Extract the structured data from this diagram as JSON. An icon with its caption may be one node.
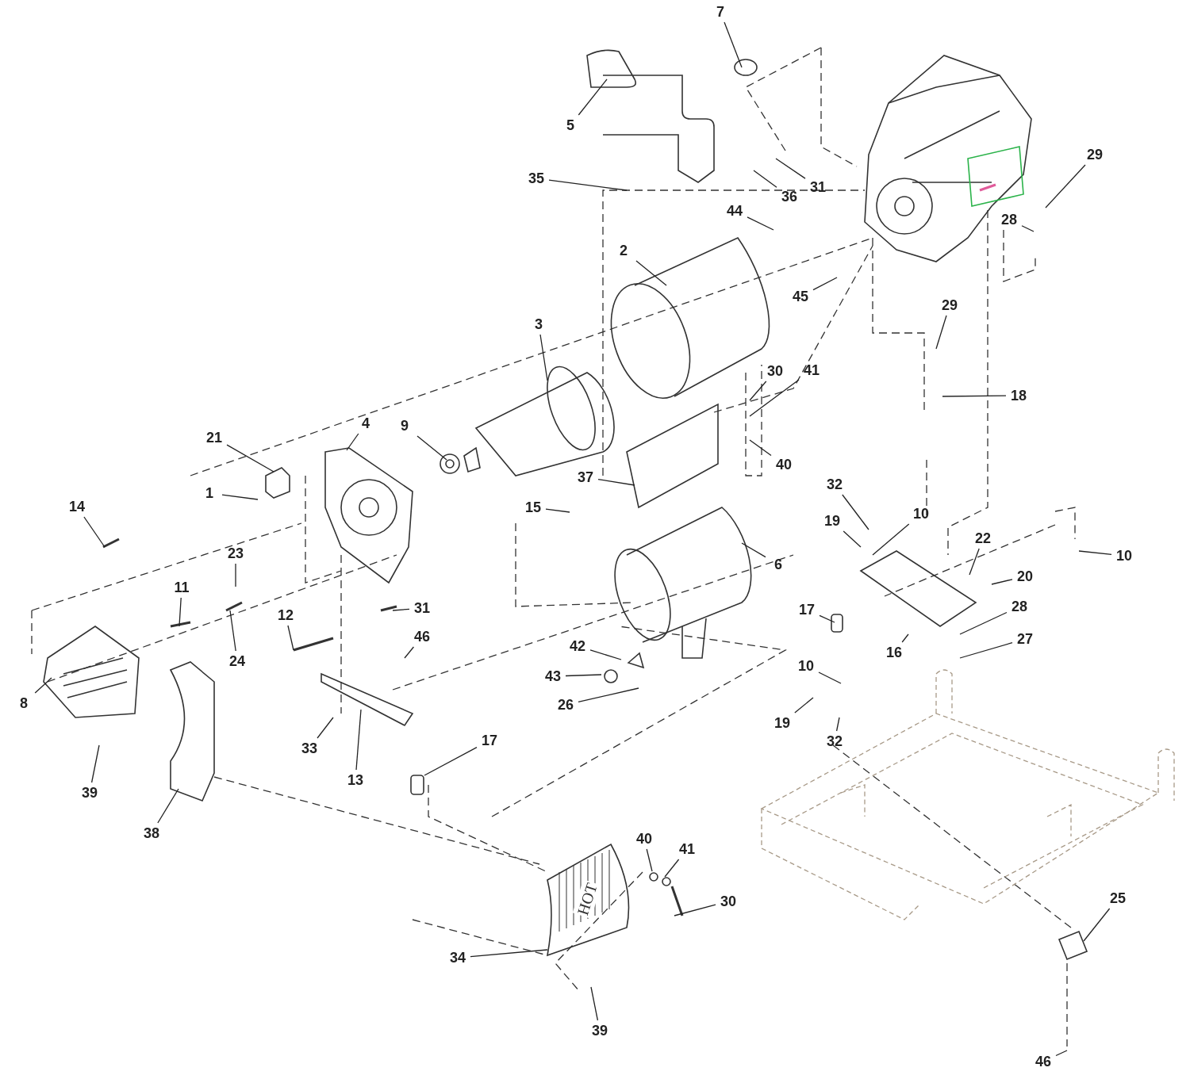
{
  "diagram": {
    "nodes": [
      {
        "text": [
          "7"
        ]
      },
      {
        "text": [
          "5"
        ]
      },
      {
        "text": [
          "35"
        ]
      },
      {
        "text": [
          "36"
        ]
      },
      {
        "text": [
          "31"
        ]
      },
      {
        "text": [
          "44"
        ]
      },
      {
        "text": [
          "29"
        ]
      },
      {
        "text": [
          "28"
        ]
      },
      {
        "text": [
          "2"
        ]
      },
      {
        "text": [
          "45"
        ]
      },
      {
        "text": [
          "3"
        ]
      },
      {
        "text": [
          "29"
        ]
      },
      {
        "text": [
          "30"
        ]
      },
      {
        "text": [
          "41"
        ]
      },
      {
        "text": [
          "18"
        ]
      },
      {
        "text": [
          "21"
        ]
      },
      {
        "text": [
          "4"
        ]
      },
      {
        "text": [
          "9"
        ]
      },
      {
        "text": [
          "40"
        ]
      },
      {
        "text": [
          "37"
        ]
      },
      {
        "text": [
          "1"
        ]
      },
      {
        "text": [
          "14"
        ]
      },
      {
        "text": [
          "15"
        ]
      },
      {
        "text": [
          "32"
        ]
      },
      {
        "text": [
          "10"
        ]
      },
      {
        "text": [
          "19"
        ]
      },
      {
        "text": [
          "22"
        ]
      },
      {
        "text": [
          "20"
        ]
      },
      {
        "text": [
          "10"
        ]
      },
      {
        "text": [
          "6"
        ]
      },
      {
        "text": [
          "23"
        ]
      },
      {
        "text": [
          "11"
        ]
      },
      {
        "text": [
          "31"
        ]
      },
      {
        "text": [
          "28"
        ]
      },
      {
        "text": [
          "27"
        ]
      },
      {
        "text": [
          "12"
        ]
      },
      {
        "text": [
          "46"
        ]
      },
      {
        "text": [
          "17"
        ]
      },
      {
        "text": [
          "16"
        ]
      },
      {
        "text": [
          "24"
        ]
      },
      {
        "text": [
          "42"
        ]
      },
      {
        "text": [
          "43"
        ]
      },
      {
        "text": [
          "26"
        ]
      },
      {
        "text": [
          "10"
        ]
      },
      {
        "text": [
          "8"
        ]
      },
      {
        "text": [
          "19"
        ]
      },
      {
        "text": [
          "32"
        ]
      },
      {
        "text": [
          "39"
        ]
      },
      {
        "text": [
          "33"
        ]
      },
      {
        "text": [
          "13"
        ]
      },
      {
        "text": [
          "17"
        ]
      },
      {
        "text": [
          "38"
        ]
      },
      {
        "text": [
          "40"
        ]
      },
      {
        "text": [
          "41"
        ]
      },
      {
        "text": [
          "30"
        ]
      },
      {
        "text": [
          "25"
        ]
      },
      {
        "text": [
          "34"
        ]
      },
      {
        "text": [
          "39"
        ]
      },
      {
        "text": [
          "46"
        ]
      },
      {
        "text": [
          "HOT"
        ]
      }
    ],
    "edges": [
      {
        "from": 0,
        "to": null,
        "arrow": "none"
      },
      {
        "from": 1,
        "to": null,
        "arrow": "none"
      },
      {
        "from": 2,
        "to": null,
        "arrow": "none"
      },
      {
        "from": 3,
        "to": null,
        "arrow": "none"
      },
      {
        "from": 4,
        "to": null,
        "arrow": "none"
      },
      {
        "from": 5,
        "to": null,
        "arrow": "none"
      },
      {
        "from": 6,
        "to": null,
        "arrow": "none"
      },
      {
        "from": 7,
        "to": null,
        "arrow": "none"
      },
      {
        "from": 8,
        "to": null,
        "arrow": "none"
      },
      {
        "from": 9,
        "to": null,
        "arrow": "none"
      },
      {
        "from": 10,
        "to": null,
        "arrow": "none"
      },
      {
        "from": 11,
        "to": null,
        "arrow": "none"
      },
      {
        "from": 12,
        "to": null,
        "arrow": "none"
      },
      {
        "from": 13,
        "to": null,
        "arrow": "none"
      },
      {
        "from": 14,
        "to": null,
        "arrow": "none"
      },
      {
        "from": 15,
        "to": null,
        "arrow": "none"
      },
      {
        "from": 16,
        "to": null,
        "arrow": "none"
      },
      {
        "from": 17,
        "to": null,
        "arrow": "none"
      },
      {
        "from": 18,
        "to": null,
        "arrow": "none"
      },
      {
        "from": 19,
        "to": null,
        "arrow": "none"
      },
      {
        "from": 20,
        "to": null,
        "arrow": "none"
      },
      {
        "from": 21,
        "to": null,
        "arrow": "none"
      },
      {
        "from": 22,
        "to": null,
        "arrow": "none"
      },
      {
        "from": 23,
        "to": null,
        "arrow": "none"
      },
      {
        "from": 24,
        "to": null,
        "arrow": "none"
      },
      {
        "from": 25,
        "to": null,
        "arrow": "none"
      },
      {
        "from": 26,
        "to": null,
        "arrow": "none"
      },
      {
        "from": 27,
        "to": null,
        "arrow": "none"
      },
      {
        "from": 28,
        "to": null,
        "arrow": "none"
      },
      {
        "from": 29,
        "to": null,
        "arrow": "none"
      },
      {
        "from": 30,
        "to": null,
        "arrow": "none"
      },
      {
        "from": 31,
        "to": null,
        "arrow": "none"
      },
      {
        "from": 32,
        "to": null,
        "arrow": "none"
      },
      {
        "from": 33,
        "to": null,
        "arrow": "none"
      },
      {
        "from": 34,
        "to": null,
        "arrow": "none"
      },
      {
        "from": 35,
        "to": null,
        "arrow": "none"
      },
      {
        "from": 36,
        "to": null,
        "arrow": "none"
      },
      {
        "from": 37,
        "to": null,
        "arrow": "none"
      },
      {
        "from": 38,
        "to": null,
        "arrow": "none"
      },
      {
        "from": 39,
        "to": null,
        "arrow": "none"
      },
      {
        "from": 40,
        "to": null,
        "arrow": "none"
      },
      {
        "from": 41,
        "to": null,
        "arrow": "none"
      },
      {
        "from": 42,
        "to": null,
        "arrow": "none"
      },
      {
        "from": 43,
        "to": null,
        "arrow": "none"
      },
      {
        "from": 44,
        "to": null,
        "arrow": "none"
      },
      {
        "from": 45,
        "to": null,
        "arrow": "none"
      },
      {
        "from": 46,
        "to": null,
        "arrow": "none"
      },
      {
        "from": 47,
        "to": null,
        "arrow": "none"
      },
      {
        "from": 48,
        "to": null,
        "arrow": "none"
      },
      {
        "from": 49,
        "to": null,
        "arrow": "none"
      },
      {
        "from": 50,
        "to": null,
        "arrow": "none"
      },
      {
        "from": 51,
        "to": null,
        "arrow": "none"
      },
      {
        "from": 52,
        "to": null,
        "arrow": "none"
      },
      {
        "from": 53,
        "to": null,
        "arrow": "none"
      },
      {
        "from": 54,
        "to": null,
        "arrow": "none"
      },
      {
        "from": 55,
        "to": null,
        "arrow": "none"
      },
      {
        "from": 56,
        "to": 59,
        "arrow": "none"
      },
      {
        "from": 57,
        "to": null,
        "arrow": "none"
      },
      {
        "from": 58,
        "to": null,
        "arrow": "none"
      }
    ]
  }
}
